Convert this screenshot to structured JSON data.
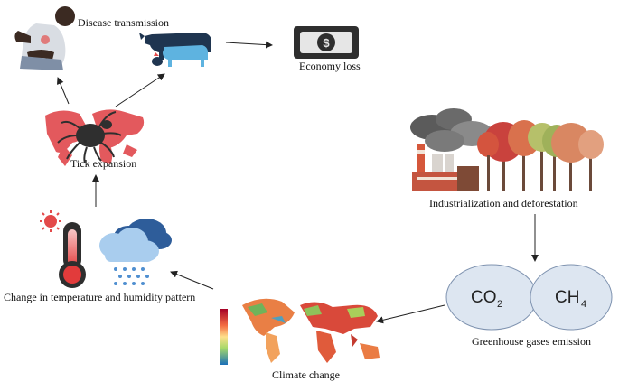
{
  "labels": {
    "disease_transmission": "Disease transmission",
    "economy_loss": "Economy loss",
    "tick_expansion": "Tick expansion",
    "industrialization": "Industrialization and deforestation",
    "temperature_humidity": "Change in temperature and humidity pattern",
    "greenhouse": "Greenhouse gases emission",
    "climate_change": "Climate change"
  },
  "gases": {
    "co2_main": "CO",
    "co2_sub": "2",
    "ch4_main": "CH",
    "ch4_sub": "4"
  },
  "icons": {
    "money": "$"
  }
}
